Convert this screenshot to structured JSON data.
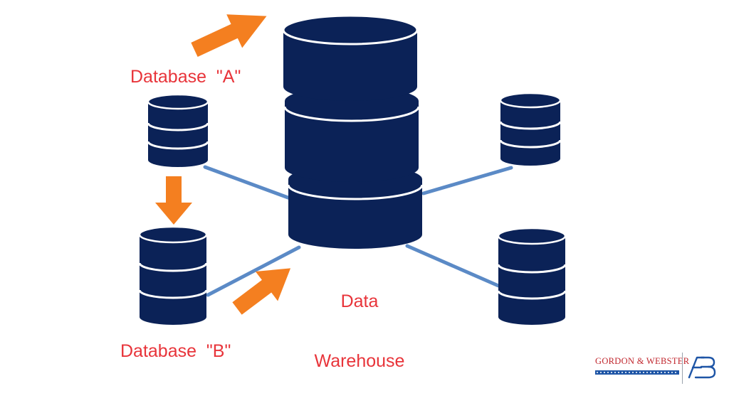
{
  "labels": {
    "database_a": "Database  \"A\"",
    "database_b": "Database  \"B\"",
    "data_warehouse": [
      "Data",
      "Warehouse"
    ]
  },
  "logo": {
    "text": "GORDON & WEBSTER",
    "mark": "GW-monogram"
  },
  "colors": {
    "database_fill": "#0b2257",
    "database_bands": "#ffffff",
    "connector": "#5b8ac6",
    "arrow": "#f47f20",
    "label": "#e8343a",
    "logo_text": "#c0262d",
    "logo_mark": "#1e55a6"
  },
  "icons": [
    "database-icon",
    "data-warehouse-icon",
    "arrow-icon",
    "logo-monogram-icon"
  ]
}
